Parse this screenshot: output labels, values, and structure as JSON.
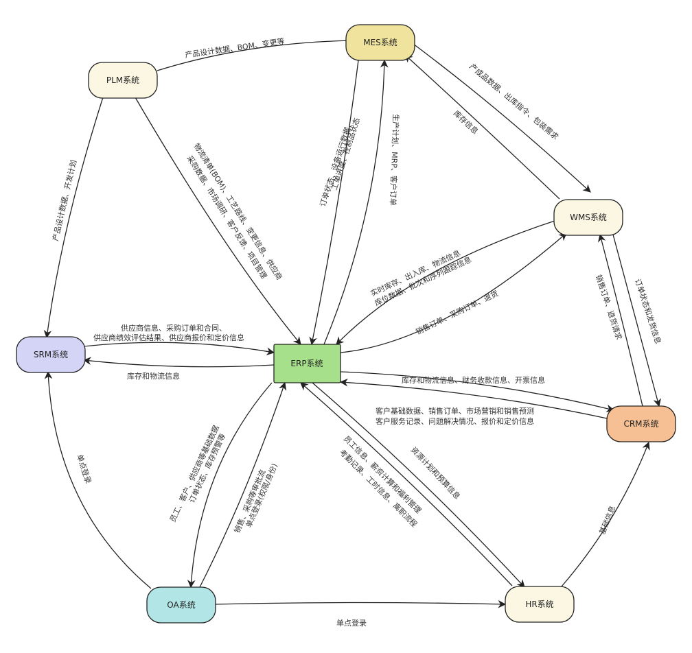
{
  "nodes": {
    "plm": {
      "label": "PLM系统",
      "color": "#fbf7e3"
    },
    "mes": {
      "label": "MES系统",
      "color": "#efe39d"
    },
    "wms": {
      "label": "WMS系统",
      "color": "#fbf7e3"
    },
    "srm": {
      "label": "SRM系统",
      "color": "#d4d4f7"
    },
    "erp": {
      "label": "ERP系统",
      "color": "#a6e08a"
    },
    "crm": {
      "label": "CRM系统",
      "color": "#f6c094"
    },
    "oa": {
      "label": "OA系统",
      "color": "#b2e6e6"
    },
    "hr": {
      "label": "HR系统",
      "color": "#fbf7e3"
    }
  },
  "edges": {
    "plm_mes": "产品设计数据、BOM、变更等",
    "plm_srm": "产品设计数据、开发计划",
    "plm_erp_1": "物流清单(BOM)、工艺路线、变更信息、供应商",
    "plm_erp_2": "采购数据、市场调研、客户反馈、项目管理",
    "mes_erp_1": "订单状态、设备运行数据、",
    "mes_erp_2": "工单进度、在制品状态",
    "erp_mes": "生产计划、MRP、客户订单",
    "mes_wms": "产成品数据、出库指令、包装需求",
    "wms_mes": "库存信息",
    "wms_erp_1": "实时库存、出入库、物流信息",
    "wms_erp_2": "库位数据、批次和序列跟踪信息",
    "erp_wms": "销售订单、采购订单、退货",
    "wms_crm": "订单状态和发货信息",
    "crm_wms": "销售订单、退货请求",
    "srm_erp_1": "供应商信息、采购订单和合同、",
    "srm_erp_2": "供应商绩效评估结果、供应商报价和定价信息",
    "erp_srm": "库存和物流信息",
    "erp_crm": "库存和物流信息、财务收款信息、开票信息",
    "crm_erp_1": "客户基础数据、销售订单、市场营销和销售预测",
    "crm_erp_2": "客户服务记录、问题解决情况、报价和定价信息",
    "erp_oa_1": "员工、客户、供应商等基础数据",
    "erp_oa_2": "订单状态、库存预警等",
    "oa_erp_1": "销售、采购等审批流",
    "oa_erp_2": "单点登录(权限/身份)",
    "hr_erp_1": "员工信息、薪资计算和福利管理",
    "hr_erp_2": "考勤记录、工时信息、离职流程",
    "erp_hr": "资源计划和预算信息",
    "oa_srm": "单点登录",
    "oa_hr": "单点登录",
    "hr_crm": "基础信息"
  }
}
